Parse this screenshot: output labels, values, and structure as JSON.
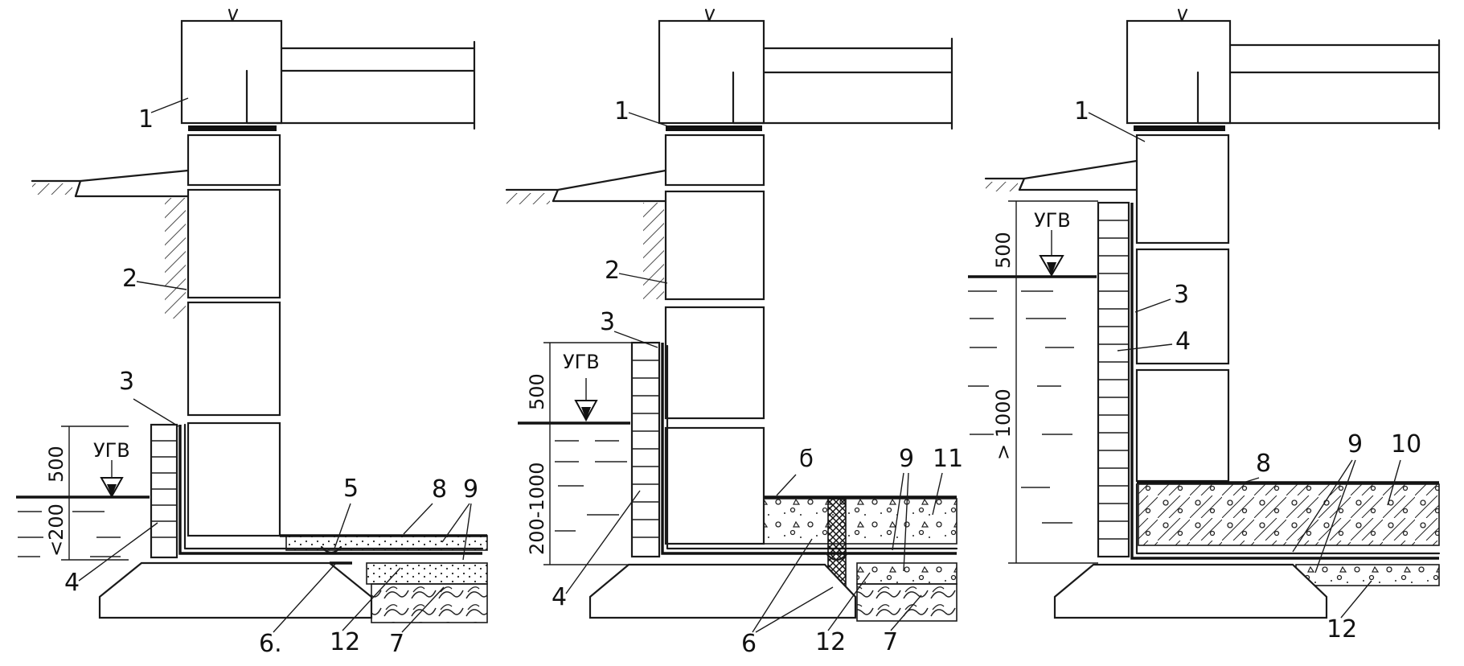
{
  "labels": {
    "n1": "1",
    "n2": "2",
    "n3": "3",
    "n4": "4",
    "n5": "5",
    "n6": "6",
    "n6dot": "6.",
    "n7": "7",
    "n8": "8",
    "n8alt": "ϭ",
    "n9": "9",
    "n10": "10",
    "n11": "11",
    "n12": "12",
    "ugv": "УГВ"
  },
  "dims": {
    "d500": "500",
    "dlt200": "<200",
    "d200_1000": "200-1000",
    "dgt1000": "> 1000"
  },
  "colors": {
    "ink": "#1a1a1a",
    "paper": "#ffffff"
  }
}
